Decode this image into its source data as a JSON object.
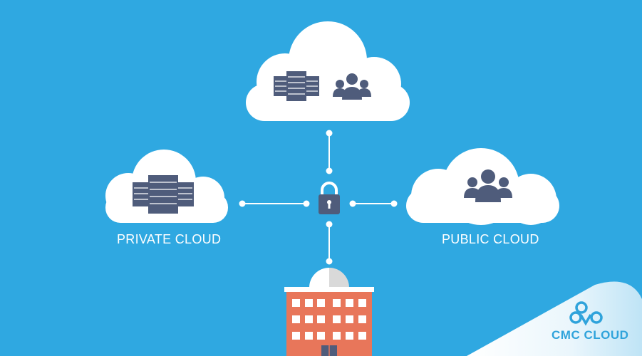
{
  "labels": {
    "private_cloud": "PRIVATE CLOUD",
    "public_cloud": "PUBLIC CLOUD"
  },
  "brand": {
    "name": "CMC CLOUD"
  },
  "colors": {
    "background": "#2fa8e1",
    "cloud": "#ffffff",
    "icon": "#4f5c7b",
    "building": "#e8765a",
    "dome_shade": "#d9d9d9"
  }
}
